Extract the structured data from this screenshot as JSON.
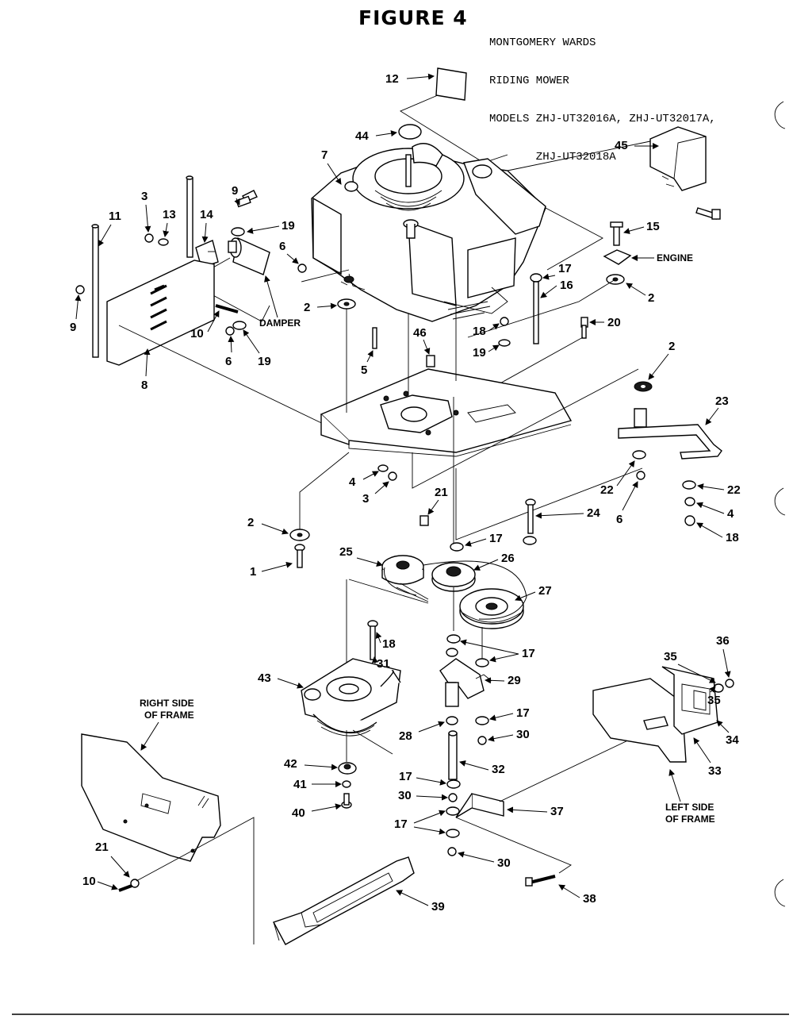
{
  "header": {
    "figure_title": "FIGURE 4",
    "lines": [
      "MONTGOMERY WARDS",
      "RIDING MOWER",
      "MODELS ZHJ-UT32016A, ZHJ-UT32017A,",
      "       ZHJ-UT32018A"
    ]
  },
  "labels": {
    "damper": "DAMPER",
    "engine": "ENGINE",
    "right_side_1": "RIGHT SIDE",
    "right_side_2": "OF FRAME",
    "left_side_1": "LEFT SIDE",
    "left_side_2": "OF FRAME"
  },
  "callouts": [
    "1",
    "2",
    "3",
    "4",
    "5",
    "6",
    "7",
    "8",
    "9",
    "10",
    "11",
    "12",
    "13",
    "14",
    "15",
    "16",
    "17",
    "18",
    "19",
    "20",
    "21",
    "22",
    "23",
    "24",
    "25",
    "26",
    "27",
    "28",
    "29",
    "30",
    "31",
    "32",
    "33",
    "34",
    "35",
    "36",
    "37",
    "38",
    "39",
    "40",
    "41",
    "42",
    "43",
    "44",
    "45",
    "46"
  ]
}
